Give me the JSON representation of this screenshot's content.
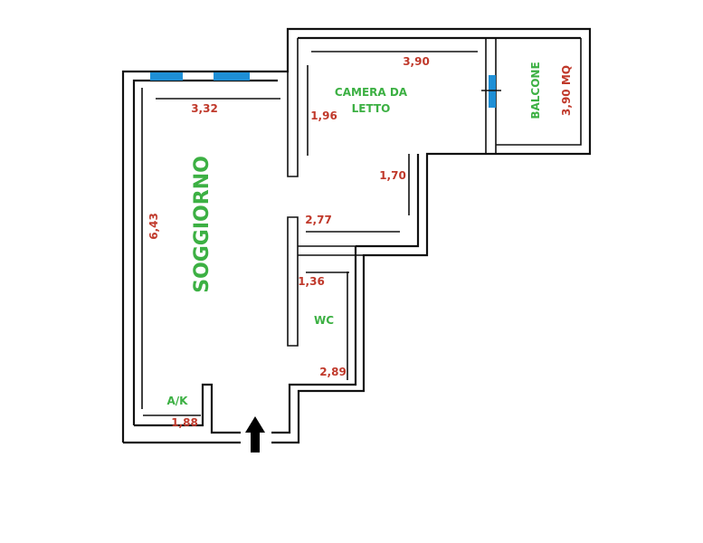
{
  "colors": {
    "wall": "#111111",
    "room_label": "#3cb043",
    "dimension": "#c0392b",
    "window": "#1e8fd6",
    "arrow": "#000000"
  },
  "rooms": {
    "soggiorno": "SOGGIORNO",
    "camera_line1": "CAMERA DA",
    "camera_line2": "LETTO",
    "balcone_name": "BALCONE",
    "balcone_area": "3,90 MQ",
    "wc": "WC",
    "ak": "A/K"
  },
  "dimensions": {
    "soggiorno_width": "3,32",
    "soggiorno_length": "6,43",
    "camera_width": "3,90",
    "camera_depth": "1,96",
    "corridor_depth": "1,70",
    "corridor_width": "2,77",
    "wc_width": "1,36",
    "wc_length": "2,89",
    "ak_width": "1,88"
  },
  "icons": {
    "entrance": "entrance-arrow-icon"
  }
}
